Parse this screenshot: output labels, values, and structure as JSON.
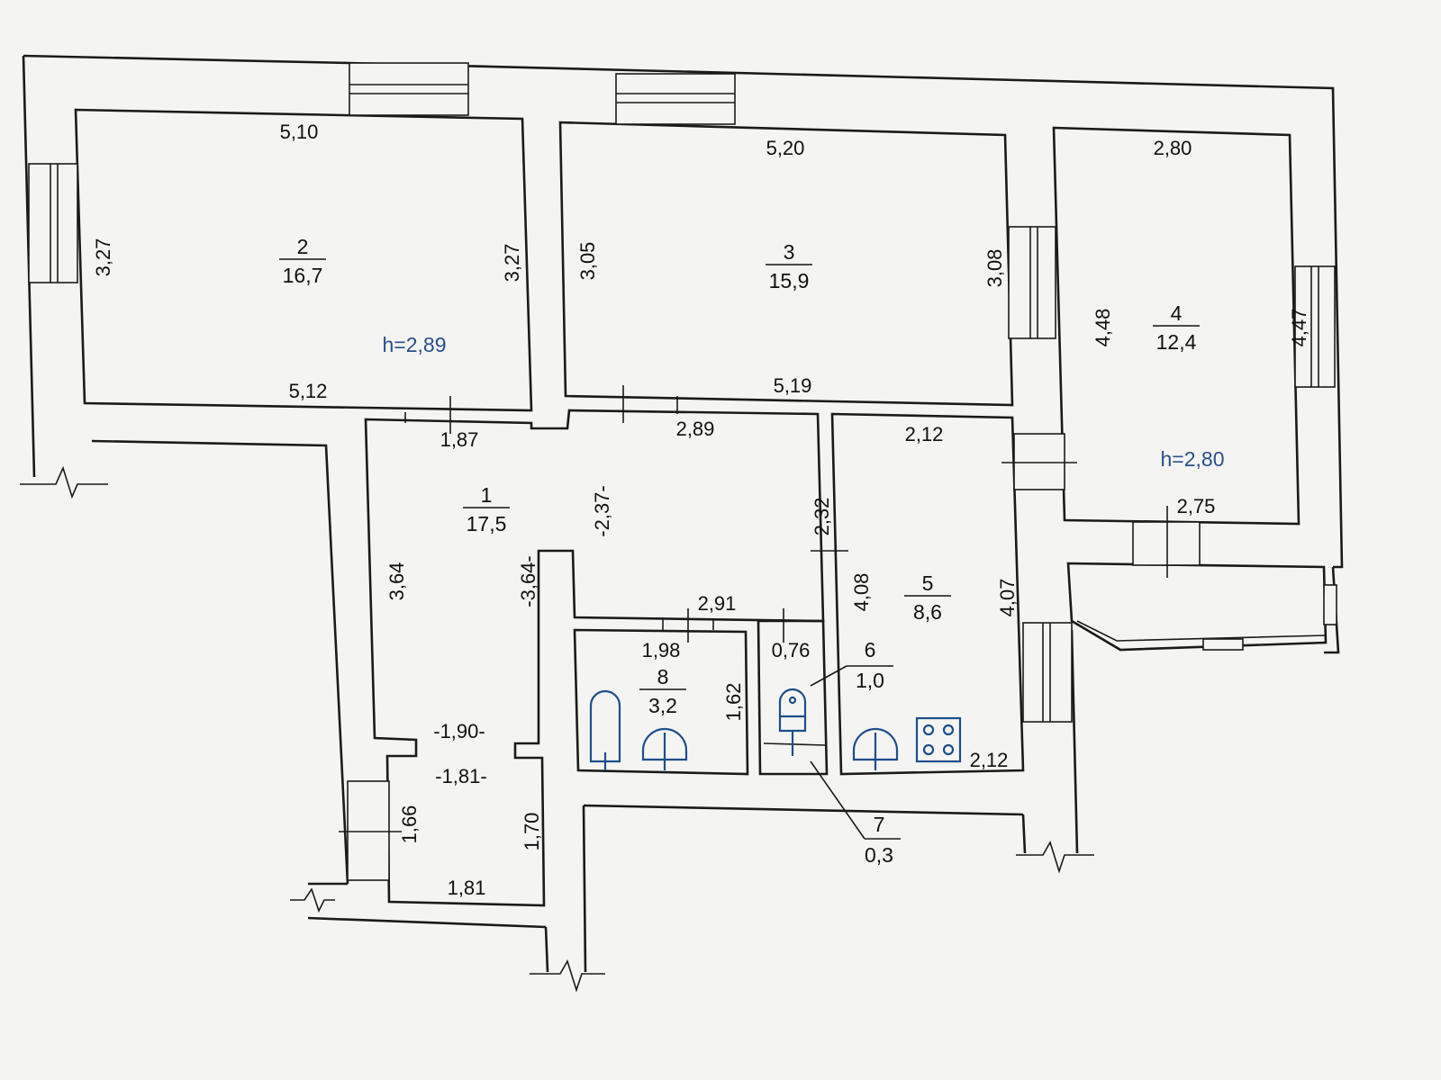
{
  "colors": {
    "walls": "#1a1a1a",
    "fixtures": "#1d4e8a",
    "height_text": "#2b4f8a",
    "paper": "#f4f4f2"
  },
  "rooms": [
    {
      "number": "1",
      "area": "17,5"
    },
    {
      "number": "2",
      "area": "16,7"
    },
    {
      "number": "3",
      "area": "15,9"
    },
    {
      "number": "4",
      "area": "12,4"
    },
    {
      "number": "5",
      "area": "8,6"
    },
    {
      "number": "6",
      "area": "1,0"
    },
    {
      "number": "7",
      "area": "0,3"
    },
    {
      "number": "8",
      "area": "3,2"
    }
  ],
  "heights": [
    "h=2,89",
    "h=2,80"
  ],
  "dimensions": {
    "r2_top": "5,10",
    "r2_left": "3,27",
    "r2_right": "3,27",
    "r2_bottom": "5,12",
    "r3_top": "5,20",
    "r3_left": "3,05",
    "r3_right": "3,08",
    "r3_bottom": "5,19",
    "r4_top": "2,80",
    "r4_left": "4,48",
    "r4_right": "4,47",
    "r4_bottom": "2,75",
    "r1_top_left": "1,87",
    "r1_top_right": "2,89",
    "r1_inner_v": "-2,37-",
    "r1_right": "2,32",
    "r1_left": "3,64",
    "r1_inner_left": "-3,64-",
    "r1_bottom": "2,91",
    "corr_top": "-1,90-",
    "corr_mid": "-1,81-",
    "corr_left": "1,66",
    "corr_right": "1,70",
    "corr_bottom": "1,81",
    "r8_top": "1,98",
    "r8_right": "1,62",
    "r6_top": "0,76",
    "r5_top": "2,12",
    "r5_left": "4,08",
    "r5_right": "4,07",
    "r5_bottom": "2,12"
  }
}
